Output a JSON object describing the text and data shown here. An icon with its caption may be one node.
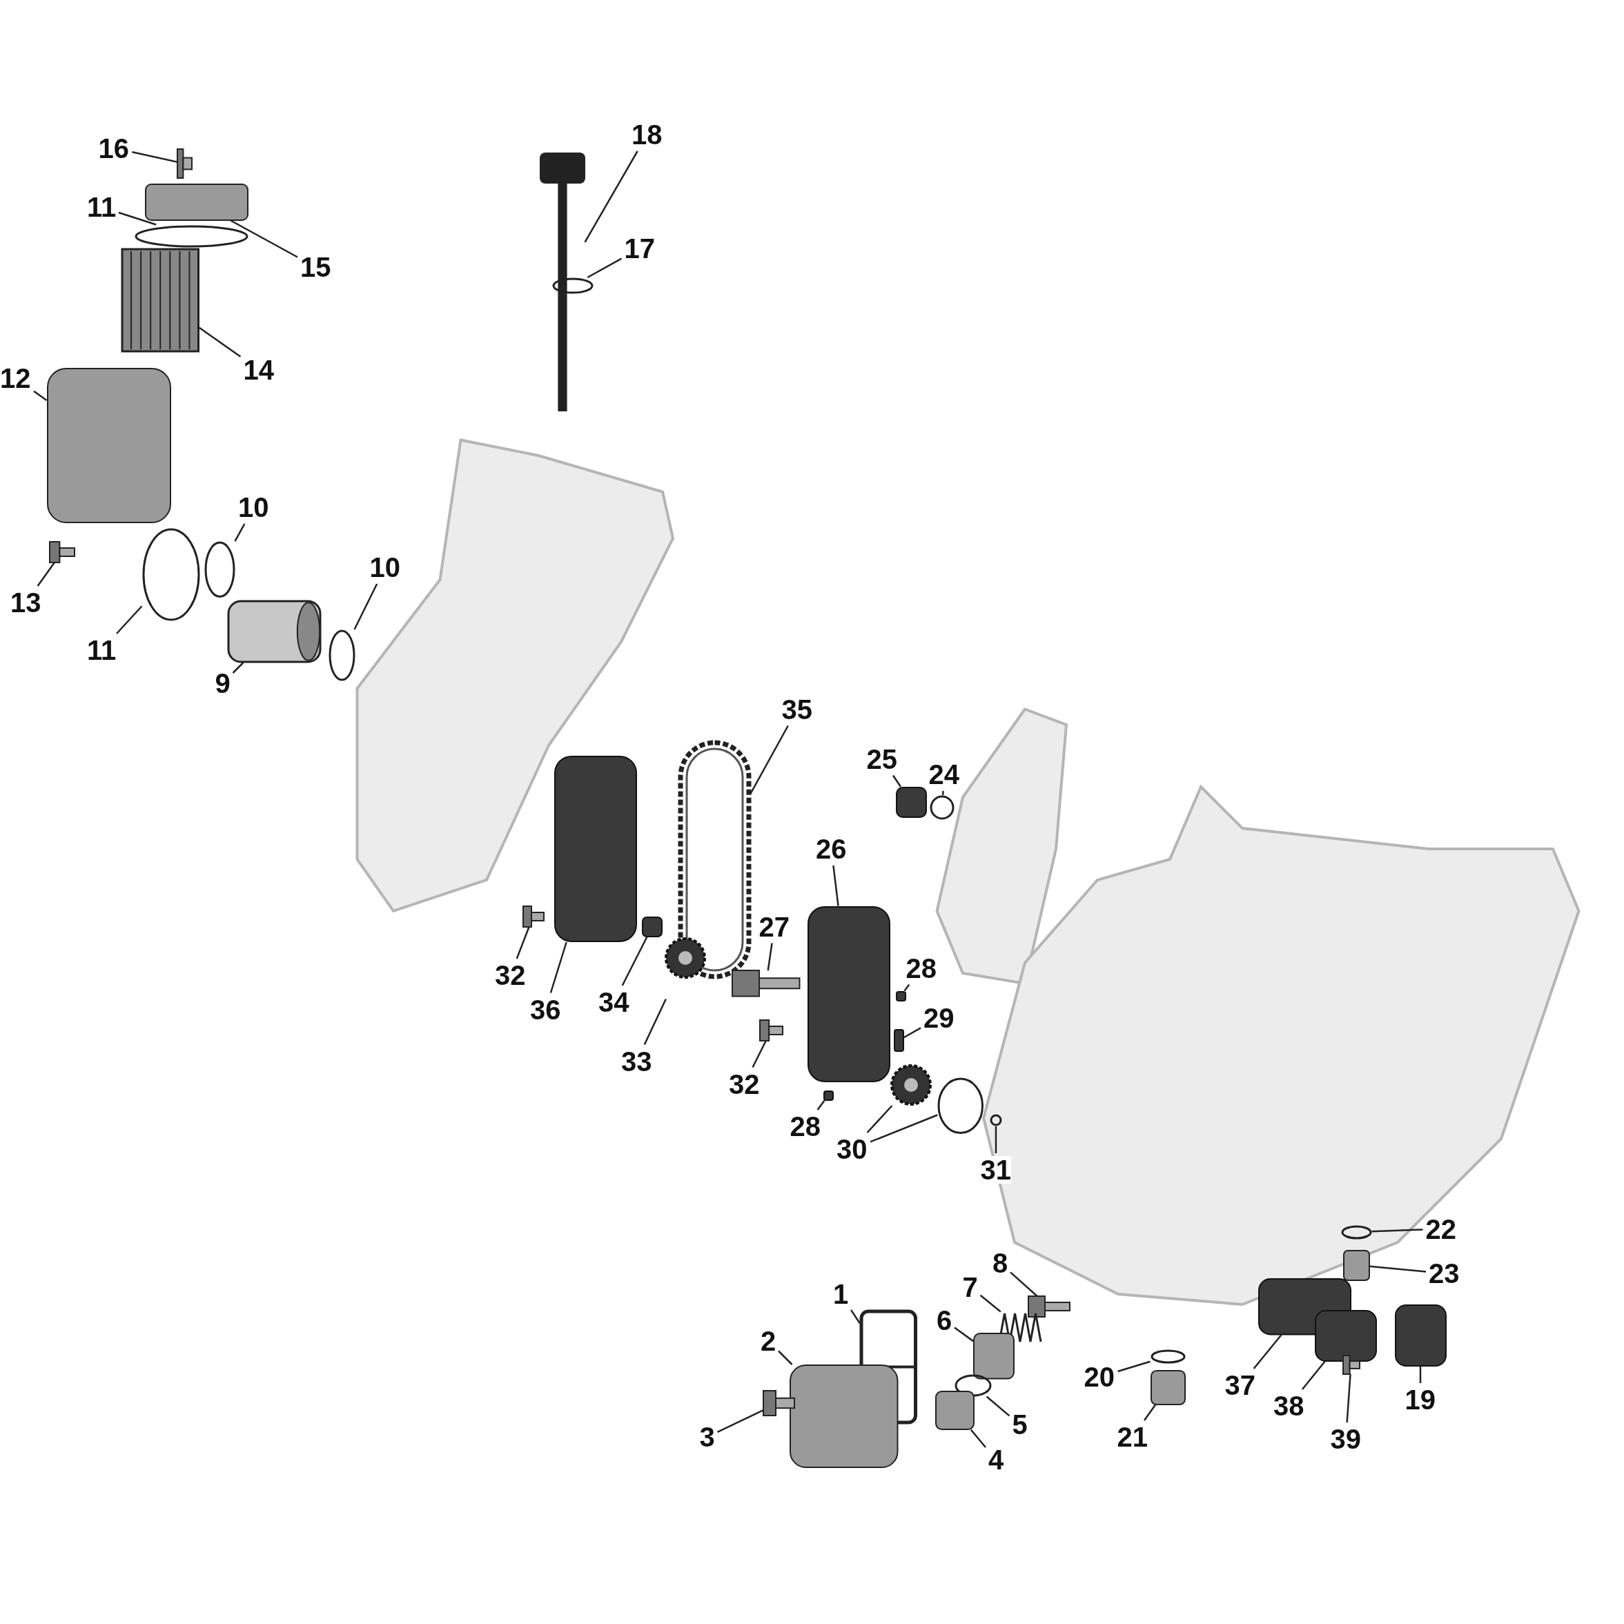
{
  "diagram": {
    "nodes": [
      {
        "text": [
          "18"
        ]
      },
      {
        "text": [],
        "shape": "picture"
      },
      {
        "text": [
          "16"
        ]
      },
      {
        "text": [],
        "shape": "picture"
      },
      {
        "text": [
          "11"
        ]
      },
      {
        "text": [],
        "shape": "circle"
      },
      {
        "text": [
          "15"
        ]
      },
      {
        "text": [],
        "shape": "box"
      },
      {
        "text": [
          "17"
        ]
      },
      {
        "text": [],
        "shape": "circle"
      },
      {
        "text": [
          "14"
        ]
      },
      {
        "text": [],
        "shape": "picture"
      },
      {
        "text": [
          "12"
        ]
      },
      {
        "text": [],
        "shape": "box"
      },
      {
        "text": [
          "10"
        ]
      },
      {
        "text": [],
        "shape": "circle"
      },
      {
        "text": [
          "13"
        ]
      },
      {
        "text": [],
        "shape": "picture"
      },
      {
        "text": [
          "11"
        ]
      },
      {
        "text": [],
        "shape": "circle"
      },
      {
        "text": [
          "10"
        ]
      },
      {
        "text": [],
        "shape": "circle"
      },
      {
        "text": [
          "9"
        ]
      },
      {
        "text": [],
        "shape": "picture"
      },
      {
        "text": [
          "35"
        ]
      },
      {
        "text": [],
        "shape": "picture"
      },
      {
        "text": [
          "25"
        ]
      },
      {
        "text": [],
        "shape": "box"
      },
      {
        "text": [
          "24"
        ]
      },
      {
        "text": [],
        "shape": "circle"
      },
      {
        "text": [
          "26"
        ]
      },
      {
        "text": [],
        "shape": "box"
      },
      {
        "text": [
          "27"
        ]
      },
      {
        "text": [],
        "shape": "picture"
      },
      {
        "text": [
          "32"
        ]
      },
      {
        "text": [],
        "shape": "picture"
      },
      {
        "text": [
          "36"
        ]
      },
      {
        "text": [],
        "shape": "box"
      },
      {
        "text": [
          "34"
        ]
      },
      {
        "text": [],
        "shape": "box"
      },
      {
        "text": [
          "28"
        ]
      },
      {
        "text": [],
        "shape": "box"
      },
      {
        "text": [
          "29"
        ]
      },
      {
        "text": [],
        "shape": "box"
      },
      {
        "text": [
          "33"
        ]
      },
      {
        "text": [],
        "shape": "picture"
      },
      {
        "text": [
          "32"
        ]
      },
      {
        "text": [],
        "shape": "picture"
      },
      {
        "text": [
          "28"
        ]
      },
      {
        "text": [],
        "shape": "box"
      },
      {
        "text": [
          "30"
        ]
      },
      {
        "text": [],
        "shape": "picture"
      },
      {
        "text": [],
        "shape": "circle"
      },
      {
        "text": [
          "31"
        ]
      },
      {
        "text": [],
        "shape": "circle"
      },
      {
        "text": [
          "22"
        ]
      },
      {
        "text": [],
        "shape": "circle"
      },
      {
        "text": [
          "23"
        ]
      },
      {
        "text": [],
        "shape": "box"
      },
      {
        "text": [
          "8"
        ]
      },
      {
        "text": [],
        "shape": "picture"
      },
      {
        "text": [
          "1"
        ]
      },
      {
        "text": [],
        "shape": "picture"
      },
      {
        "text": [
          "7"
        ]
      },
      {
        "text": [],
        "shape": "picture"
      },
      {
        "text": [
          "2"
        ]
      },
      {
        "text": [],
        "shape": "box"
      },
      {
        "text": [
          "6"
        ]
      },
      {
        "text": [],
        "shape": "box"
      },
      {
        "text": [
          "20"
        ]
      },
      {
        "text": [],
        "shape": "circle"
      },
      {
        "text": [
          "37"
        ]
      },
      {
        "text": [],
        "shape": "box"
      },
      {
        "text": [
          "5"
        ]
      },
      {
        "text": [],
        "shape": "circle"
      },
      {
        "text": [
          "38"
        ]
      },
      {
        "text": [],
        "shape": "box"
      },
      {
        "text": [
          "3"
        ]
      },
      {
        "text": [],
        "shape": "picture"
      },
      {
        "text": [
          "21"
        ]
      },
      {
        "text": [],
        "shape": "box"
      },
      {
        "text": [
          "39"
        ]
      },
      {
        "text": [],
        "shape": "picture"
      },
      {
        "text": [
          "19"
        ]
      },
      {
        "text": [],
        "shape": "box"
      },
      {
        "text": [
          "4"
        ]
      },
      {
        "text": [],
        "shape": "box"
      }
    ],
    "edges": [
      {
        "from": 0,
        "to": 1,
        "arrow": "none"
      },
      {
        "from": 2,
        "to": 3,
        "arrow": "none"
      },
      {
        "from": 4,
        "to": 5,
        "arrow": "none"
      },
      {
        "from": 6,
        "to": 7,
        "arrow": "none"
      },
      {
        "from": 8,
        "to": 9,
        "arrow": "none"
      },
      {
        "from": 10,
        "to": 11,
        "arrow": "none"
      },
      {
        "from": 12,
        "to": 13,
        "arrow": "none"
      },
      {
        "from": 14,
        "to": 15,
        "arrow": "none"
      },
      {
        "from": 16,
        "to": 17,
        "arrow": "none"
      },
      {
        "from": 18,
        "to": 19,
        "arrow": "none"
      },
      {
        "from": 20,
        "to": 21,
        "arrow": "none"
      },
      {
        "from": 22,
        "to": 23,
        "arrow": "none"
      },
      {
        "from": 24,
        "to": 25,
        "arrow": "none"
      },
      {
        "from": 26,
        "to": 27,
        "arrow": "none"
      },
      {
        "from": 28,
        "to": 29,
        "arrow": "none"
      },
      {
        "from": 30,
        "to": 31,
        "arrow": "none"
      },
      {
        "from": 32,
        "to": 33,
        "arrow": "none"
      },
      {
        "from": 34,
        "to": 35,
        "arrow": "none"
      },
      {
        "from": 36,
        "to": 37,
        "arrow": "none"
      },
      {
        "from": 38,
        "to": 39,
        "arrow": "none"
      },
      {
        "from": 40,
        "to": 41,
        "arrow": "none"
      },
      {
        "from": 42,
        "to": 43,
        "arrow": "none"
      },
      {
        "from": 44,
        "to": 45,
        "arrow": "none"
      },
      {
        "from": 46,
        "to": 47,
        "arrow": "none"
      },
      {
        "from": 48,
        "to": 49,
        "arrow": "none"
      },
      {
        "from": 50,
        "to": 51,
        "arrow": "none"
      },
      {
        "from": 50,
        "to": 52,
        "arrow": "none"
      },
      {
        "from": 53,
        "to": 54,
        "arrow": "none"
      },
      {
        "from": 55,
        "to": 56,
        "arrow": "none"
      },
      {
        "from": 57,
        "to": 58,
        "arrow": "none"
      },
      {
        "from": 59,
        "to": 60,
        "arrow": "none"
      },
      {
        "from": 61,
        "to": 62,
        "arrow": "none"
      },
      {
        "from": 63,
        "to": 64,
        "arrow": "none"
      },
      {
        "from": 65,
        "to": 66,
        "arrow": "none"
      },
      {
        "from": 67,
        "to": 68,
        "arrow": "none"
      },
      {
        "from": 69,
        "to": 70,
        "arrow": "none"
      },
      {
        "from": 71,
        "to": 72,
        "arrow": "none"
      },
      {
        "from": 73,
        "to": 74,
        "arrow": "none"
      },
      {
        "from": 75,
        "to": 76,
        "arrow": "none"
      },
      {
        "from": 77,
        "to": 78,
        "arrow": "none"
      },
      {
        "from": 79,
        "to": 80,
        "arrow": "none"
      },
      {
        "from": 81,
        "to": 82,
        "arrow": "none"
      },
      {
        "from": 83,
        "to": 84,
        "arrow": "none"
      },
      {
        "from": 85,
        "to": 86,
        "arrow": "none"
      }
    ]
  }
}
